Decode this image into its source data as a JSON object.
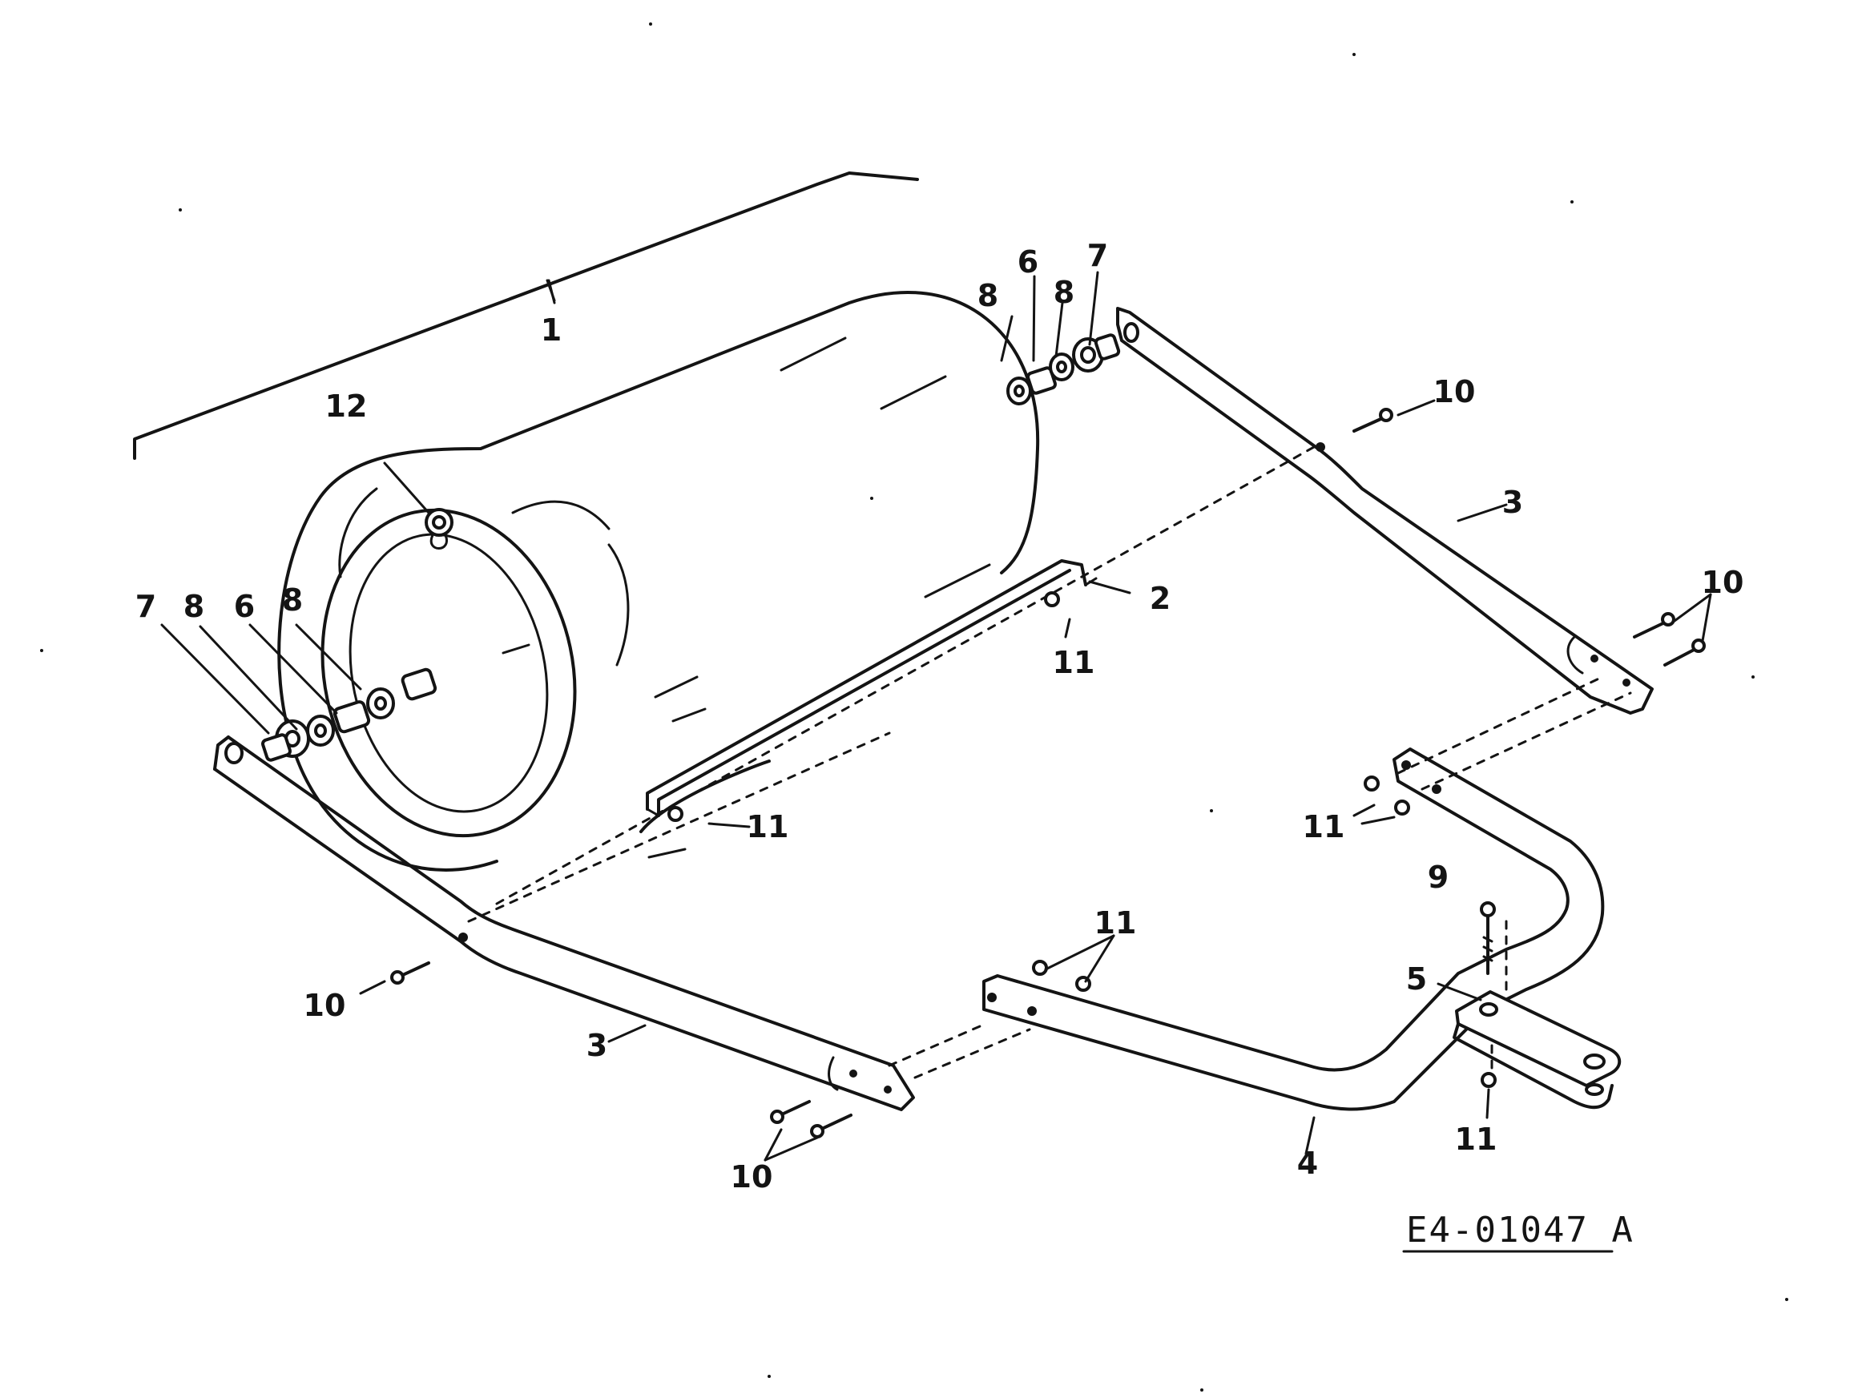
{
  "drawing_code": "E4-01047 A",
  "callouts": {
    "c1": "1",
    "c2": "2",
    "c3a": "3",
    "c3b": "3",
    "c4": "4",
    "c5": "5",
    "c6a": "6",
    "c6b": "6",
    "c7a": "7",
    "c7b": "7",
    "c8a": "8",
    "c8b": "8",
    "c8c": "8",
    "c8d": "8",
    "c9": "9",
    "c10a": "10",
    "c10b": "10",
    "c10c": "10",
    "c10d": "10",
    "c11a": "11",
    "c11b": "11",
    "c11c": "11",
    "c11d": "11",
    "c11e": "11",
    "c12": "12"
  }
}
